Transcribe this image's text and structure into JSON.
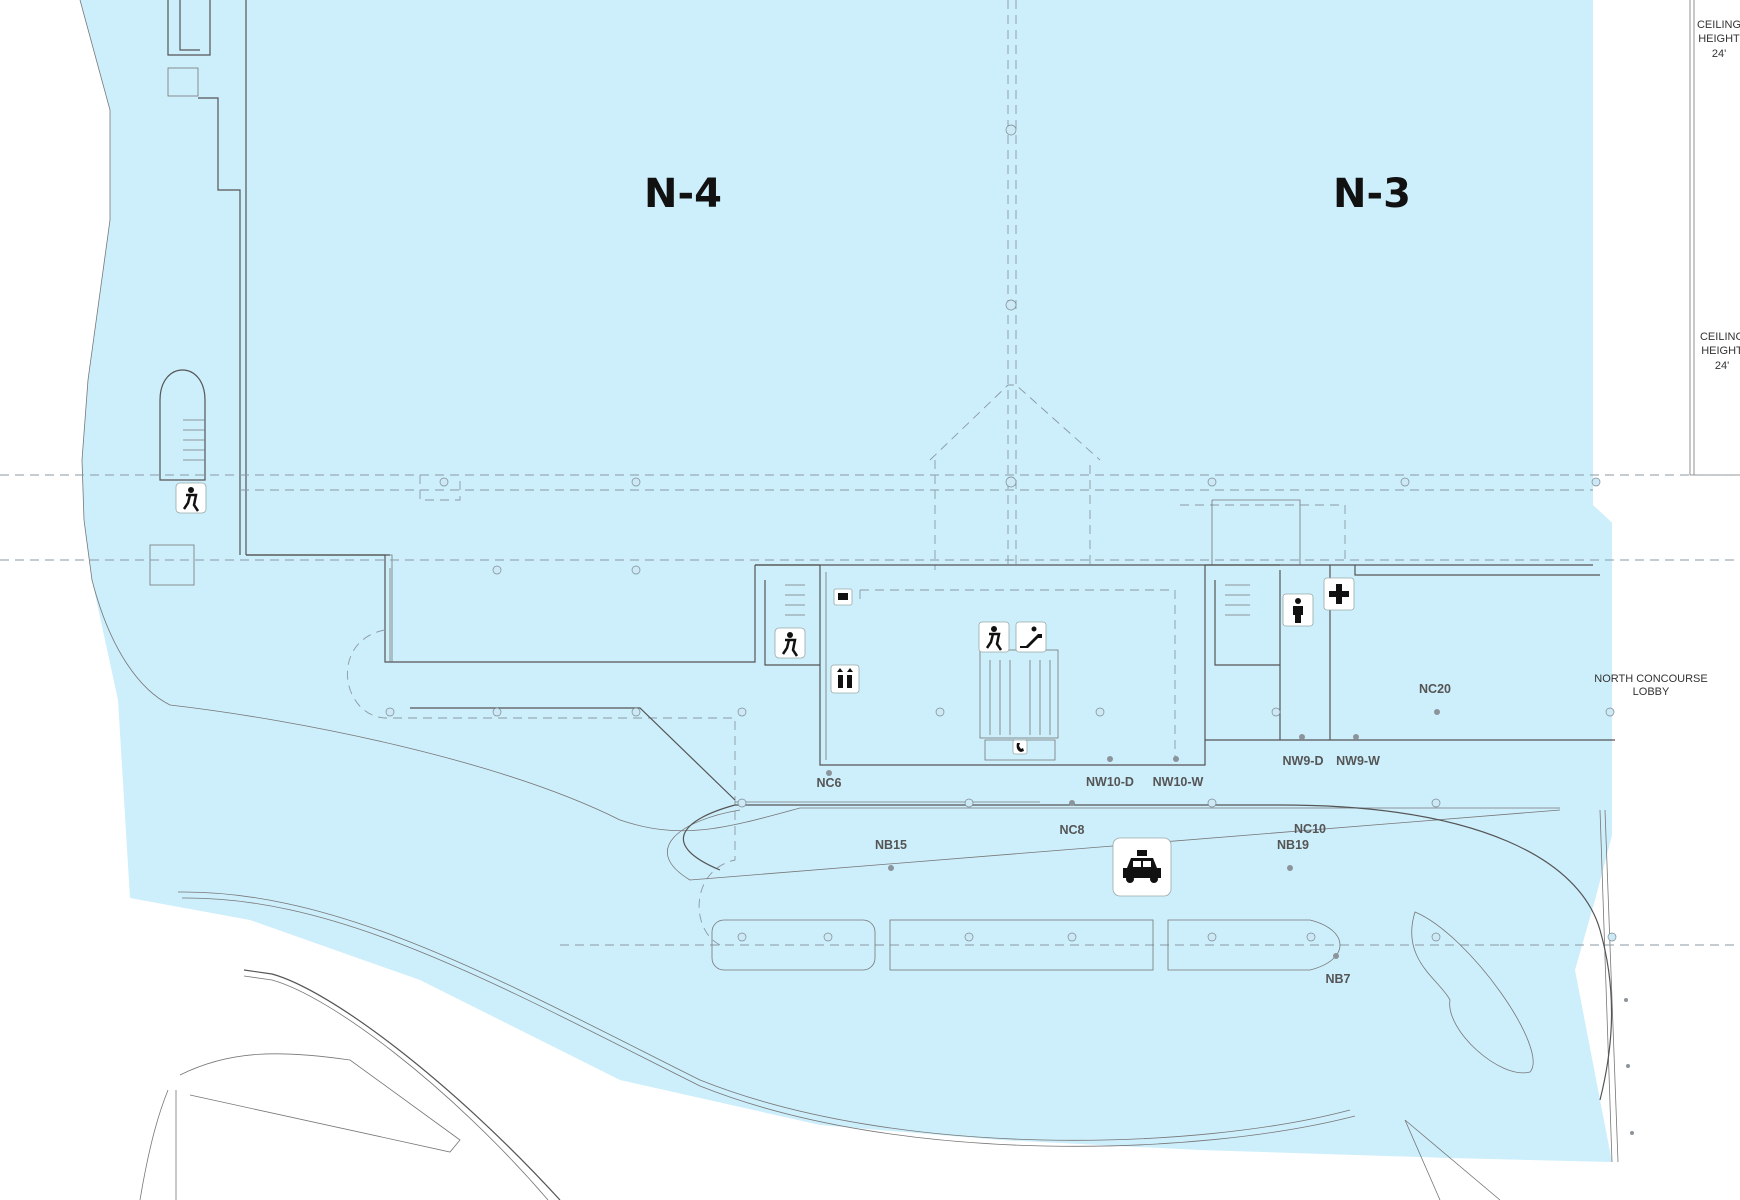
{
  "halls": [
    {
      "label": "N-4"
    },
    {
      "label": "N-3"
    }
  ],
  "notes": {
    "ceiling_top": [
      "CEILING",
      "HEIGHT",
      "24'"
    ],
    "ceiling_mid": [
      "CEILING",
      "HEIGHT",
      "24'"
    ],
    "lobby": [
      "NORTH CONCOURSE",
      "LOBBY"
    ]
  },
  "door_tags": {
    "nc6": "NC6",
    "nw10d": "NW10-D",
    "nw10w": "NW10-W",
    "nw9d": "NW9-D",
    "nw9w": "NW9-W",
    "nc20": "NC20",
    "nc8": "NC8",
    "nc10": "NC10",
    "nb15": "NB15",
    "nb19": "NB19",
    "nb7": "NB7"
  },
  "icons": [
    "stairs-icon",
    "elevator-icon",
    "escalator-icon",
    "restroom-icon",
    "first-aid-icon",
    "taxi-icon",
    "telephone-icon",
    "atm-icon"
  ],
  "colors": {
    "hall_fill": "#cdeefb",
    "outline": "#555555"
  }
}
